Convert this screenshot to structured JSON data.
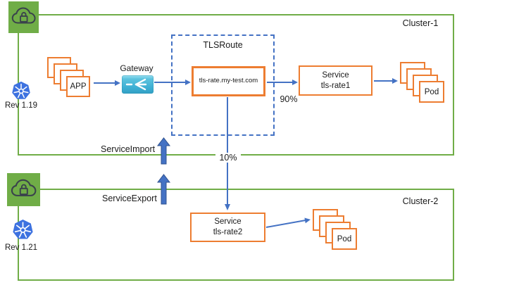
{
  "clusters": [
    {
      "label": "Cluster-1",
      "rev": "Rev 1.19"
    },
    {
      "label": "Cluster-2",
      "rev": "Rev 1.21"
    }
  ],
  "nodes": {
    "app_label": "APP",
    "gateway_label": "Gateway",
    "tlsroute_label": "TLSRoute",
    "hostname": "tls-rate.my-test.com",
    "service1_title": "Service",
    "service1_name": "tls-rate1",
    "service2_title": "Service",
    "service2_name": "tls-rate2",
    "pod1_label": "Pod",
    "pod2_label": "Pod"
  },
  "annotations": {
    "service_import": "ServiceImport",
    "service_export": "ServiceExport",
    "weight_90": "90%",
    "weight_10": "10%"
  },
  "colors": {
    "cluster_border": "#70AD47",
    "node_border": "#ED7D31",
    "arrow": "#4472C4",
    "arrow_dark": "#2F528F",
    "gateway_fill": "#3FB0D4",
    "kubernetes_blue": "#3D72E0",
    "icon_stroke": "#3A424C"
  }
}
